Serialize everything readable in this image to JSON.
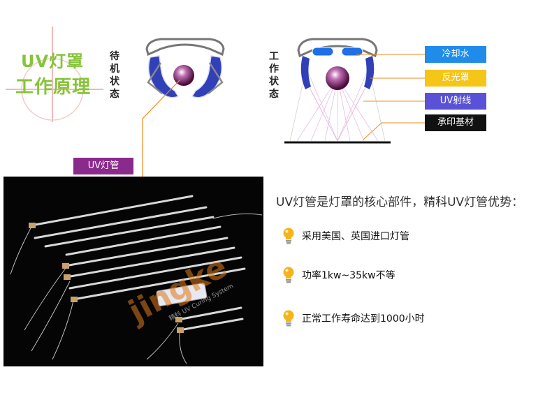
{
  "title": {
    "line1": "UV灯罩",
    "line2": "工作原理"
  },
  "states": {
    "standby": "待机状态",
    "working": "工作状态"
  },
  "legend": [
    {
      "label": "冷却水",
      "color": "#1e8ce8"
    },
    {
      "label": "反光罩",
      "color": "#f5c518"
    },
    {
      "label": "UV射线",
      "color": "#5a52d6"
    },
    {
      "label": "承印基材",
      "color": "#111111"
    }
  ],
  "uv_lamp_label": "UV灯管",
  "watermark": {
    "brand": "jingke",
    "sub": "精科 UV Curing System"
  },
  "headline": "UV灯管是灯罩的核心部件，精科UV灯管优势：",
  "features": [
    "采用美国、英国进口灯管",
    "功率1kw~35kw不等",
    "正常工作寿命达到1000小时"
  ],
  "colors": {
    "accent_green": "#86c43a",
    "accent_orange": "#f08a1c",
    "lamp_label_bg": "#8a2a8c",
    "reflector_blue": "#3040b8"
  }
}
